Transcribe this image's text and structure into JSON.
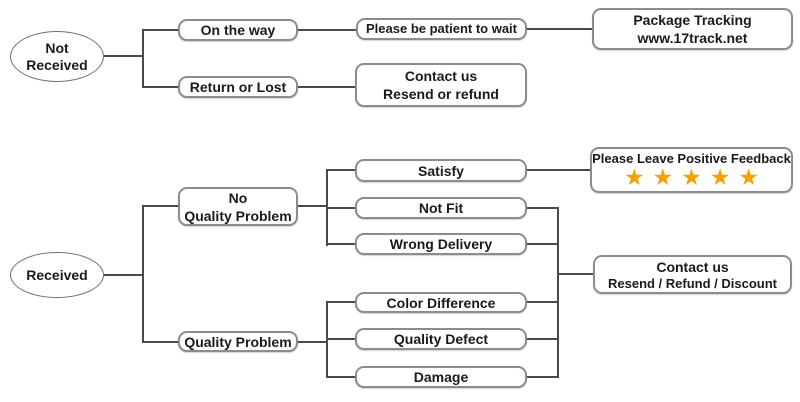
{
  "diagram": {
    "type": "flowchart",
    "background_color": "#ffffff",
    "line_color": "#4a4a4a",
    "box_border_color": "#8c8c8c",
    "text_color": "#1a1a1a",
    "star_color": "#f5a200"
  },
  "nodes": {
    "not_received": {
      "line1": "Not",
      "line2": "Received"
    },
    "on_the_way": {
      "label": "On the way"
    },
    "be_patient": {
      "label": "Please be patient to wait"
    },
    "package_tracking": {
      "line1": "Package Tracking",
      "line2": "www.17track.net"
    },
    "return_or_lost": {
      "label": "Return or Lost"
    },
    "contact_top": {
      "line1": "Contact us",
      "line2": "Resend or refund"
    },
    "received": {
      "label": "Received"
    },
    "no_quality_problem": {
      "line1": "No",
      "line2": "Quality Problem"
    },
    "quality_problem": {
      "label": "Quality Problem"
    },
    "satisfy": {
      "label": "Satisfy"
    },
    "not_fit": {
      "label": "Not Fit"
    },
    "wrong_delivery": {
      "label": "Wrong Delivery"
    },
    "color_difference": {
      "label": "Color Difference"
    },
    "quality_defect": {
      "label": "Quality Defect"
    },
    "damage": {
      "label": "Damage"
    },
    "feedback": {
      "label": "Please Leave Positive Feedback",
      "stars": "★★★★★"
    },
    "contact_bottom": {
      "line1": "Contact us",
      "line2": "Resend / Refund / Discount"
    }
  }
}
